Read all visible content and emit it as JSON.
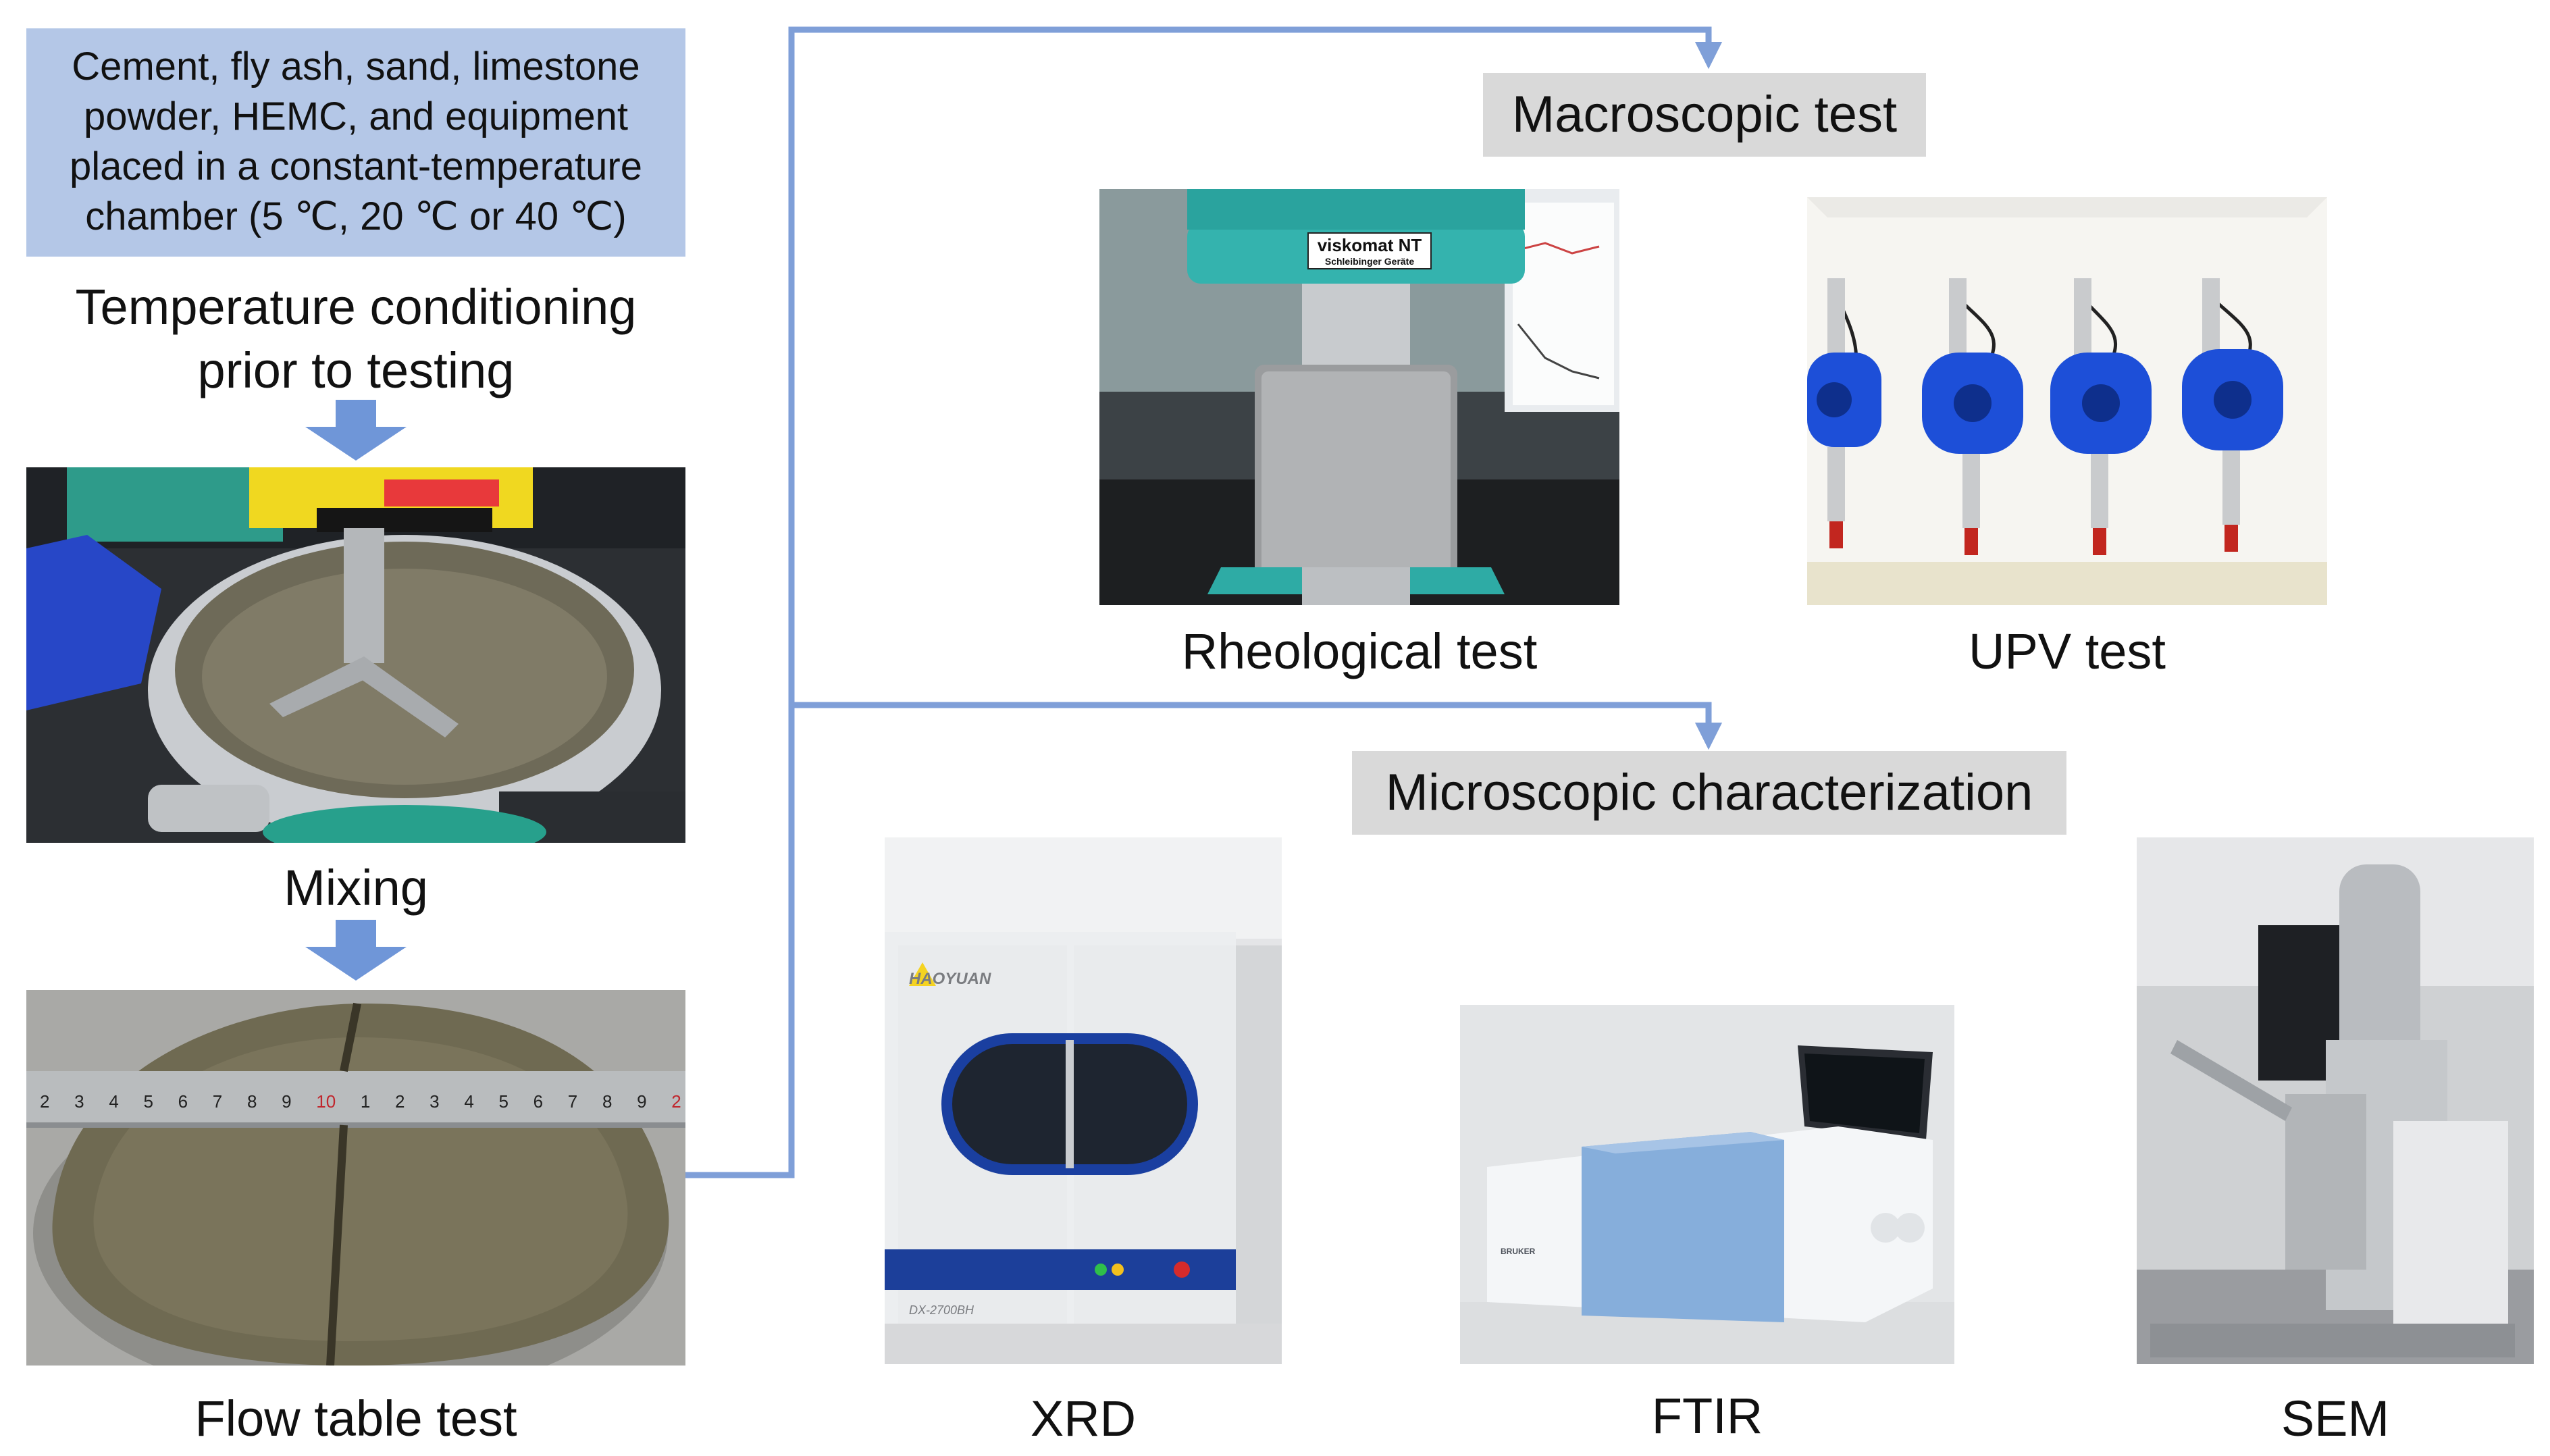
{
  "input_box": {
    "lines": [
      "Cement, fly ash, sand, limestone",
      "powder, HEMC, and equipment",
      "placed in a constant-temperature",
      "chamber (5 ℃, 20 ℃ or 40 ℃)"
    ]
  },
  "conditioning": {
    "line1": "Temperature conditioning",
    "line2": "prior to testing"
  },
  "steps": {
    "mixing": "Mixing",
    "flow_table": "Flow table test"
  },
  "macro": {
    "header": "Macroscopic test",
    "rheological": "Rheological test",
    "upv": "UPV test",
    "viscometer_brand": "viskomat NT",
    "viscometer_maker": "Schleibinger Geräte"
  },
  "micro": {
    "header": "Microscopic characterization",
    "xrd": "XRD",
    "ftir": "FTIR",
    "sem": "SEM",
    "xrd_brand": "HAOYUAN",
    "xrd_model": "DX-2700BH",
    "ftir_brand": "BRUKER"
  },
  "ruler_ticks": [
    "2",
    "3",
    "4",
    "5",
    "6",
    "7",
    "8",
    "9",
    "10",
    "1",
    "2",
    "3",
    "4",
    "5",
    "6",
    "7",
    "8",
    "9",
    "2"
  ],
  "colors": {
    "connector": "#7f9fd8",
    "input_box": "#b4c7e7",
    "header_box": "#d9d9d9",
    "arrow": "#6f96d8"
  }
}
